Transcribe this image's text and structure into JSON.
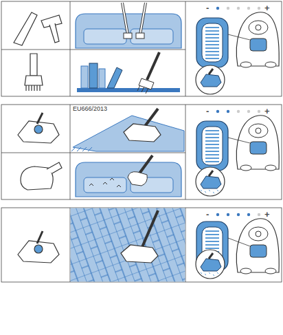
{
  "diagram": {
    "labels": [
      "-",
      "+",
      "EU666/2013",
      "-",
      "+",
      "-",
      "+"
    ]
  }
}
